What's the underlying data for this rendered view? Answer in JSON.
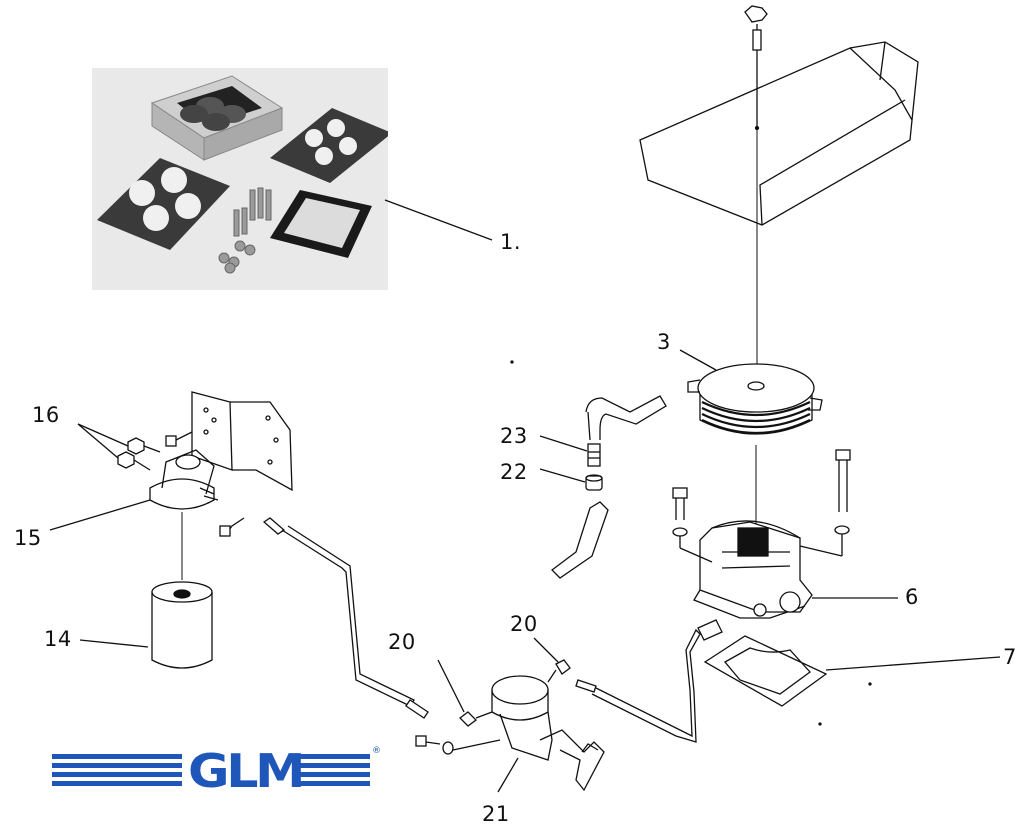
{
  "callouts": {
    "c1": "1.",
    "c3": "3",
    "c6": "6",
    "c7": "7",
    "c14": "14",
    "c15": "15",
    "c16": "16",
    "c20a": "20",
    "c20b": "20",
    "c21": "21",
    "c22": "22",
    "c23": "23"
  },
  "logo": {
    "text": "GLM",
    "registered": "®",
    "color": "#1f56b9"
  }
}
